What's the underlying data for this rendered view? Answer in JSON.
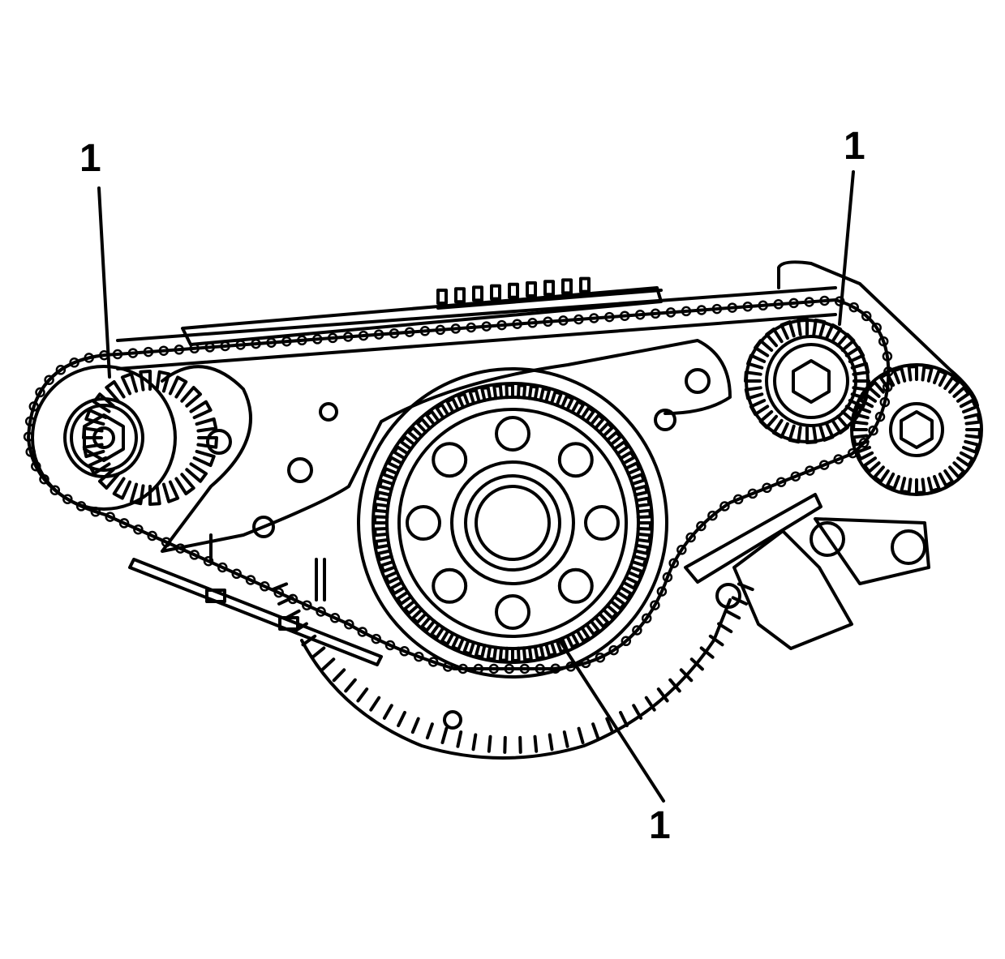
{
  "callouts": [
    {
      "label": "1",
      "target": "exhaust-camshaft-sprocket"
    },
    {
      "label": "1",
      "target": "intake-camshaft-sprocket"
    },
    {
      "label": "1",
      "target": "crankshaft-sprocket"
    }
  ],
  "colors": {
    "line": "#000000",
    "fill": "#ffffff"
  }
}
